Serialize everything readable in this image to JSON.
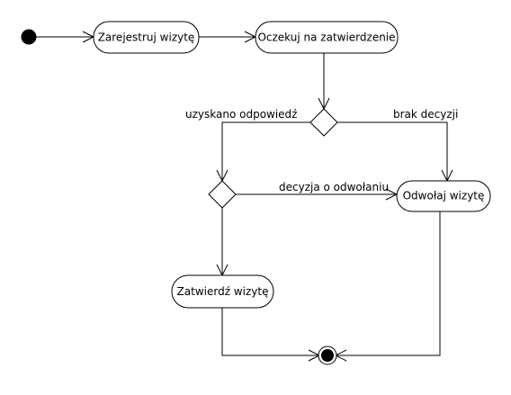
{
  "diagram": {
    "type": "uml-activity",
    "colors": {
      "stroke": "#000000",
      "fill": "#ffffff",
      "initial_node": "#000000"
    },
    "nodes": {
      "register": {
        "label": "Zarejestruj wizytę"
      },
      "await": {
        "label": "Oczekuj na zatwierdzenie"
      },
      "cancel": {
        "label": "Odwołaj wizytę"
      },
      "approve": {
        "label": "Zatwierdź wizytę"
      }
    },
    "edges": {
      "response_received": {
        "label": "uzyskano odpowiedź"
      },
      "no_decision": {
        "label": "brak decyzji"
      },
      "cancel_decision": {
        "label": "decyzja o odwołaniu"
      }
    }
  }
}
